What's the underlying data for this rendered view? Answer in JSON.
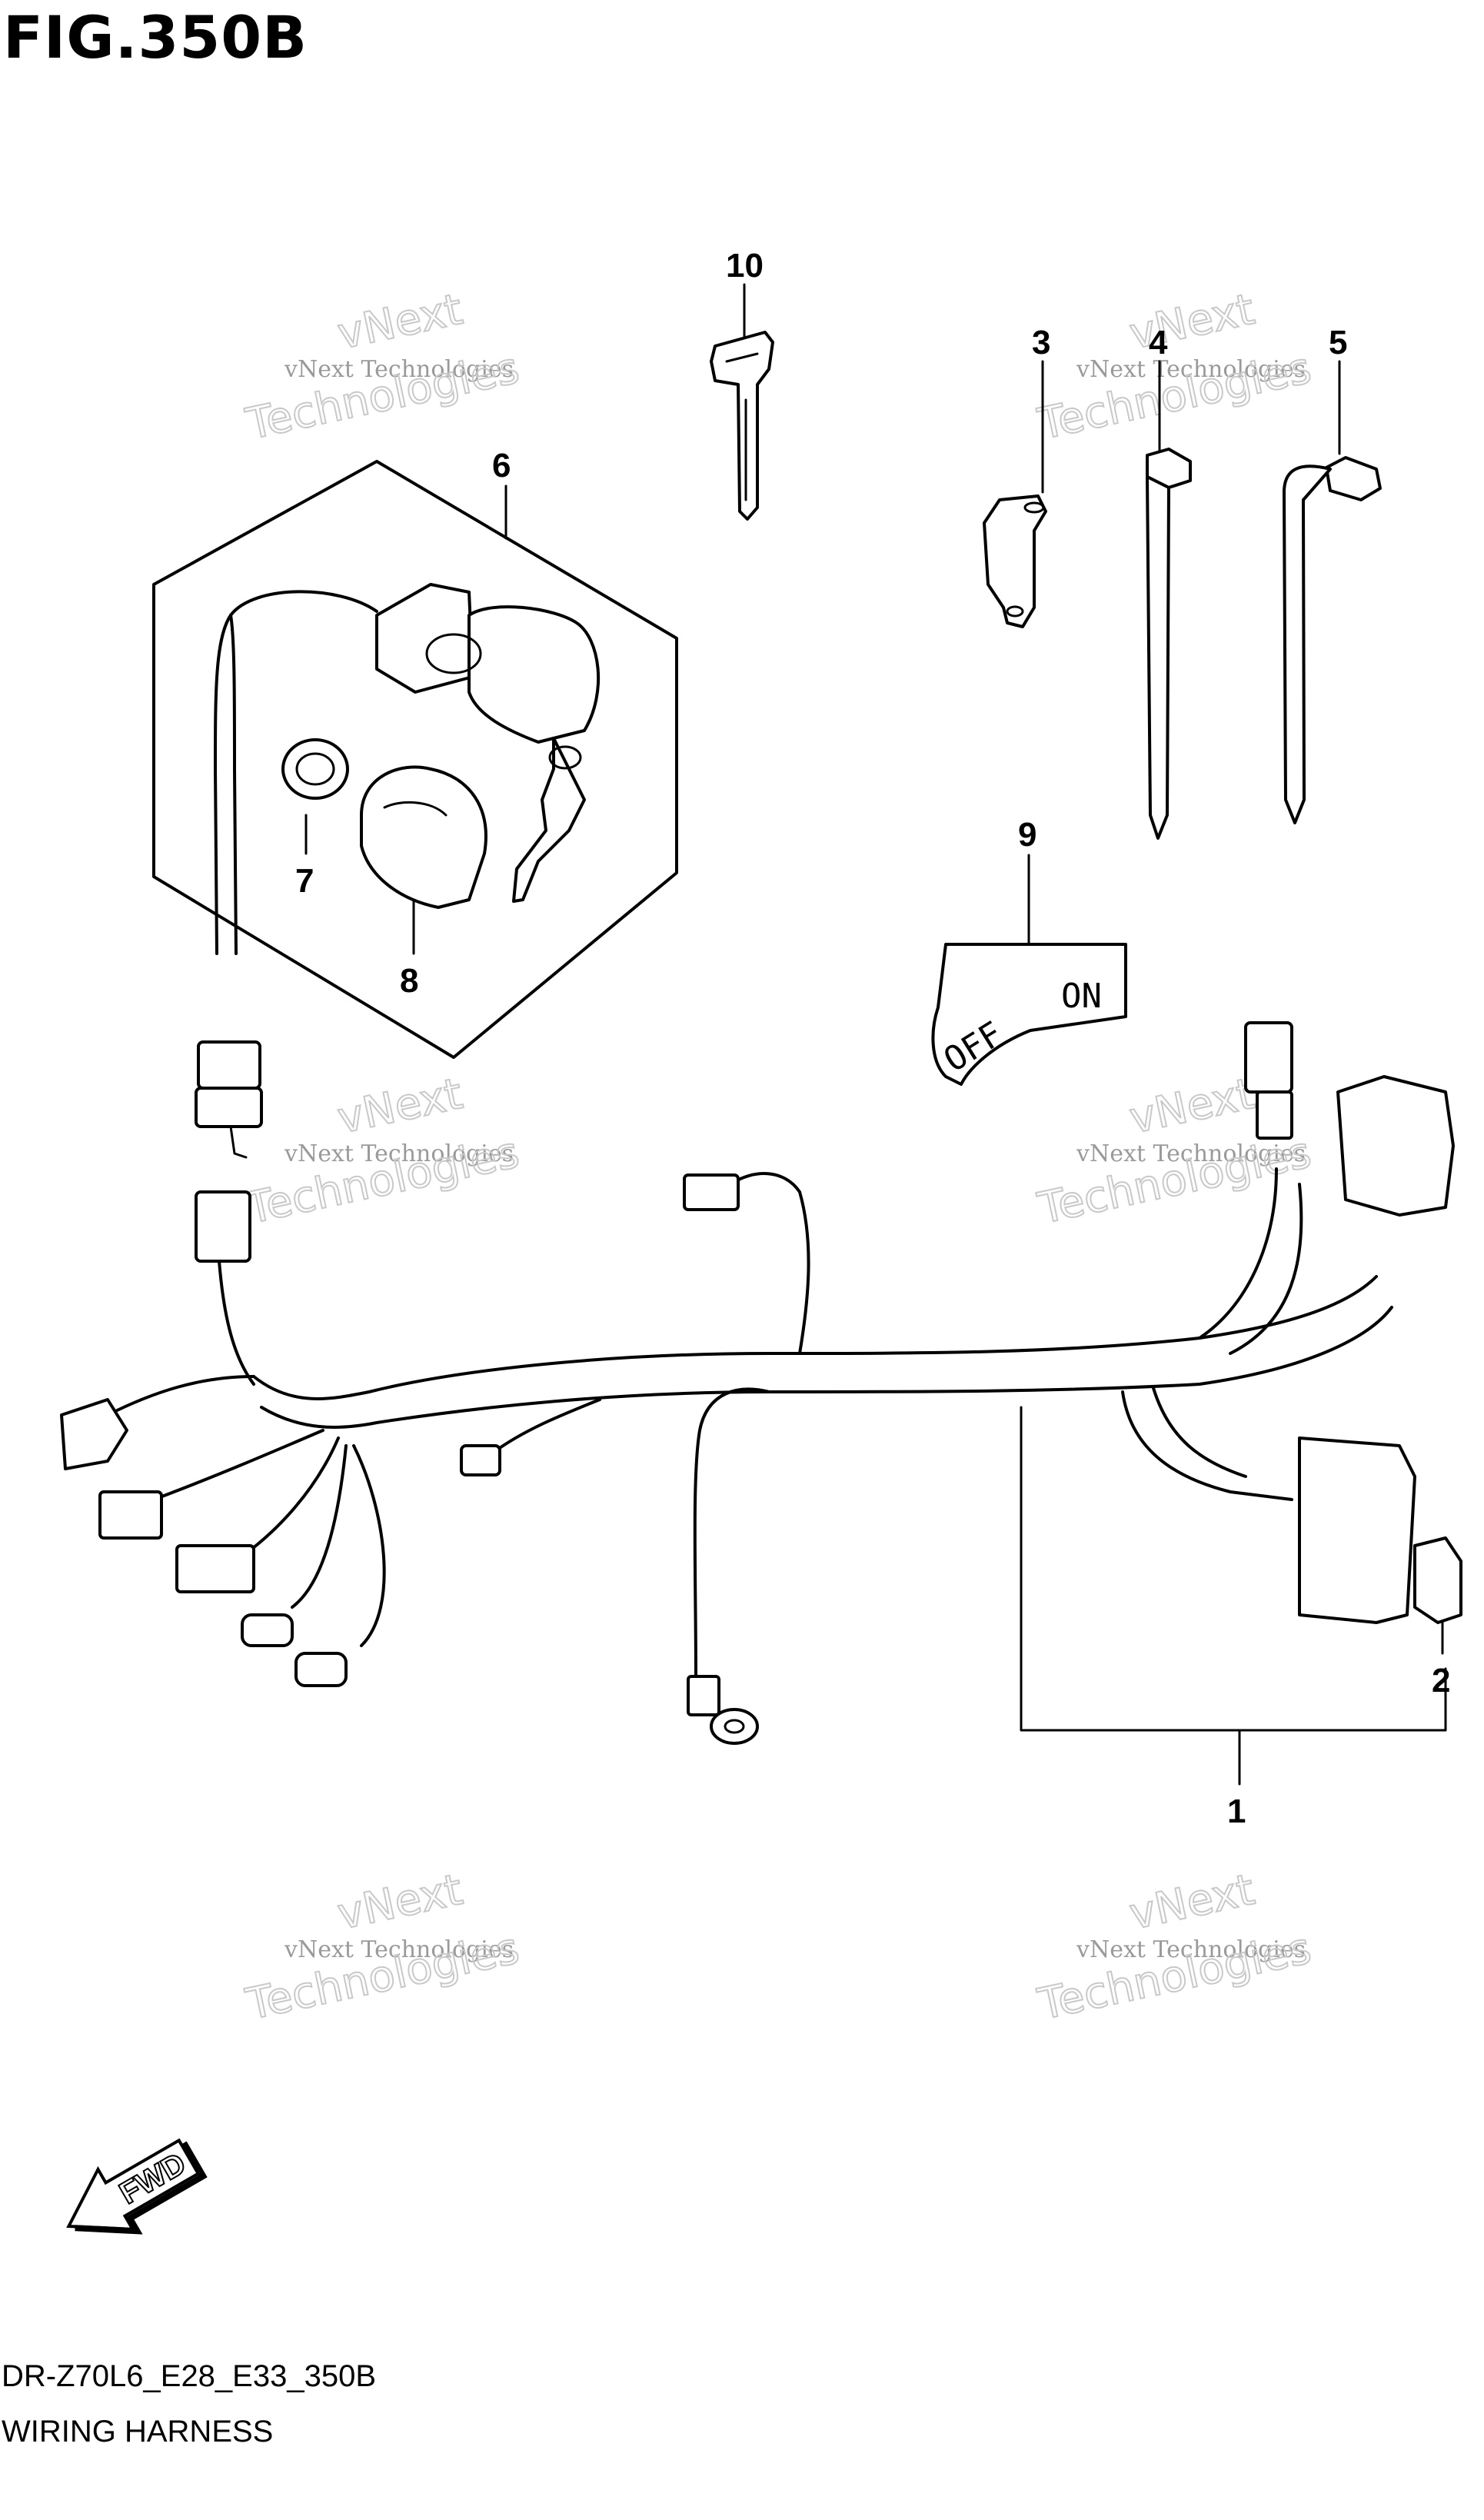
{
  "figure": {
    "title": "FIG.350B",
    "code": "DR-Z70L6_E28_E33_350B",
    "name": "WIRING HARNESS"
  },
  "callouts": [
    "1",
    "2",
    "3",
    "4",
    "5",
    "6",
    "7",
    "8",
    "9",
    "10"
  ],
  "switch_plate": {
    "off_label": "OFF",
    "on_label": "ON"
  },
  "direction_arrow": {
    "label": "FWD",
    "icon": "fwd-arrow-icon"
  },
  "watermark": {
    "line1": "vNext Technologies",
    "line2": "vNext",
    "line3": "Technologies"
  }
}
